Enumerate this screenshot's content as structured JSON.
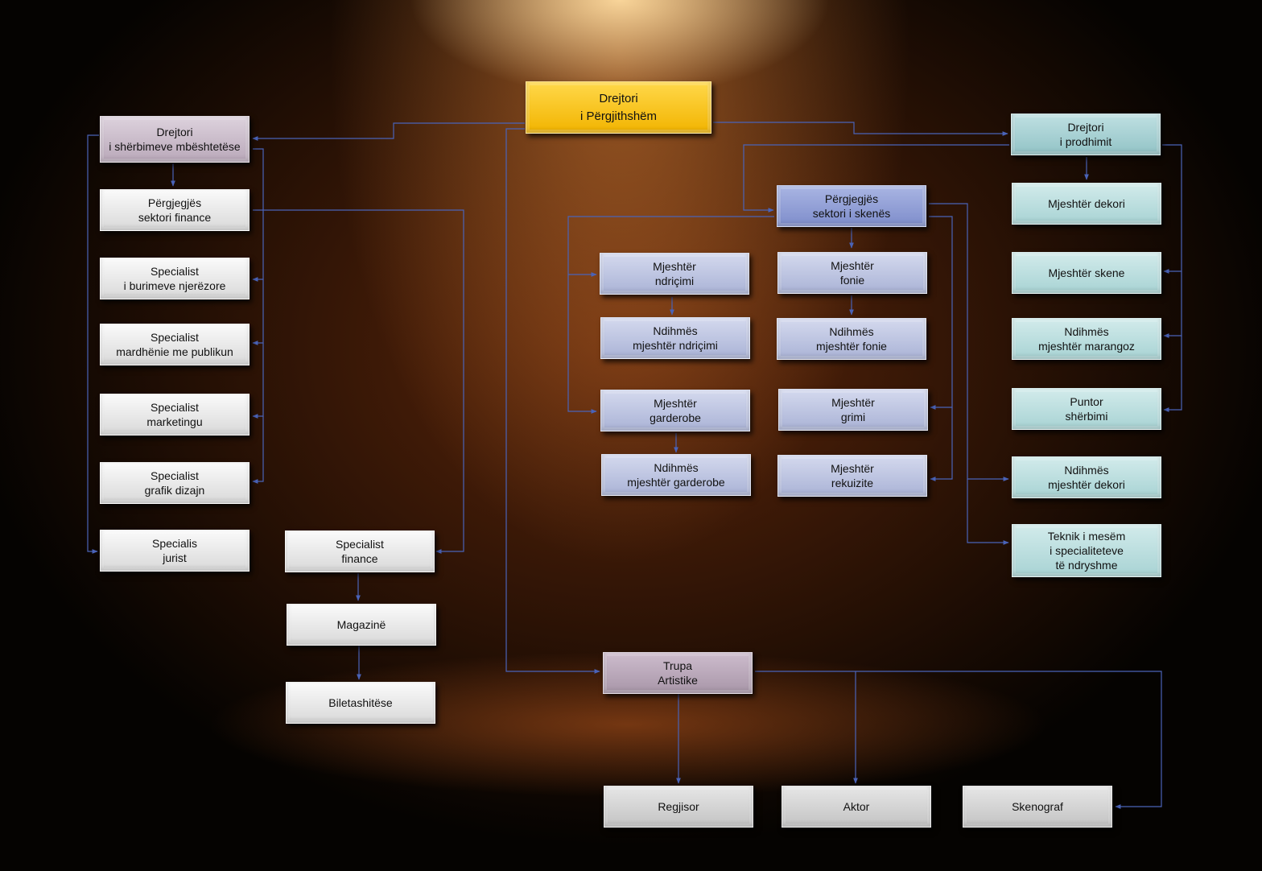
{
  "nodes": {
    "ceo": [
      "Drejtori",
      "i Përgjithshëm"
    ],
    "support_director": [
      "Drejtori",
      "i shërbimeve mbështetëse"
    ],
    "finance_head": [
      "Përgjegjës",
      "sektori finance"
    ],
    "hr_specialist": [
      "Specialist",
      "i burimeve njerëzore"
    ],
    "pr_specialist": [
      "Specialist",
      "mardhënie me publikun"
    ],
    "marketing_specialist": [
      "Specialist",
      "marketingu"
    ],
    "design_specialist": [
      "Specialist",
      "grafik dizajn"
    ],
    "legal_specialist": [
      "Specialis",
      "jurist"
    ],
    "finance_specialist": [
      "Specialist",
      "finance"
    ],
    "warehouse": [
      "Magazinë"
    ],
    "ticket_seller": [
      "Biletashitëse"
    ],
    "stage_head": [
      "Përgjegjës",
      "sektori i skenës"
    ],
    "light_master": [
      "Mjeshtër",
      "ndriçimi"
    ],
    "light_assistant": [
      "Ndihmës",
      "mjeshtër ndriçimi"
    ],
    "wardrobe_master": [
      "Mjeshtër",
      "garderobe"
    ],
    "wardrobe_assistant": [
      "Ndihmës",
      "mjeshtër garderobe"
    ],
    "sound_master": [
      "Mjeshtër",
      "fonie"
    ],
    "sound_assistant": [
      "Ndihmës",
      "mjeshtër fonie"
    ],
    "makeup_master": [
      "Mjeshtër",
      "grimi"
    ],
    "props_master": [
      "Mjeshtër",
      "rekuizite"
    ],
    "production_director": [
      "Drejtori",
      "i prodhimit"
    ],
    "decor_master": [
      "Mjeshtër dekori"
    ],
    "stage_master": [
      "Mjeshtër skene"
    ],
    "carpenter_assistant": [
      "Ndihmës",
      "mjeshtër marangoz"
    ],
    "service_worker": [
      "Puntor",
      "shërbimi"
    ],
    "decor_assistant": [
      "Ndihmës",
      "mjeshtër dekori"
    ],
    "technician": [
      "Teknik i mesëm",
      "i specialiteteve",
      "të ndryshme"
    ],
    "troupe": [
      "Trupa",
      "Artistike"
    ],
    "director": [
      "Regjisor"
    ],
    "actor": [
      "Aktor"
    ],
    "set_designer": [
      "Skenograf"
    ]
  },
  "colors": {
    "connector": "#4a63b8",
    "ceo_fill": "#f5c000"
  }
}
